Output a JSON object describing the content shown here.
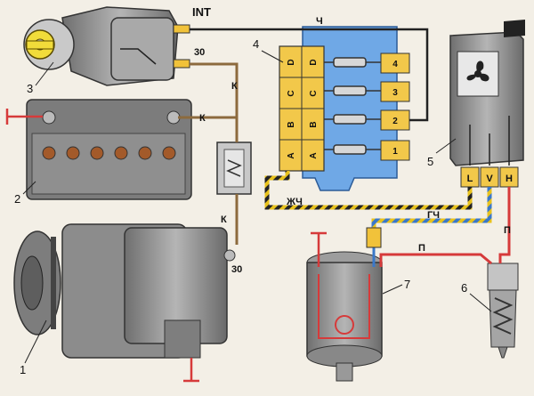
{
  "wires": {
    "int": "INT",
    "w30_switch": "30",
    "ch": "Ч",
    "k_top": "К",
    "k_battery": "К",
    "k_bottom": "К",
    "w30_gen": "30",
    "zhch": "ЖЧ",
    "gch": "ГЧ",
    "p_left": "П",
    "p_right": "П"
  },
  "labels": {
    "n1": "1",
    "n2": "2",
    "n3": "3",
    "n4": "4",
    "n5": "5",
    "n6": "6",
    "n7": "7"
  },
  "fuse_block": {
    "slots": [
      "A",
      "A",
      "B",
      "B",
      "C",
      "C",
      "D",
      "D"
    ],
    "outputs": [
      "4",
      "3",
      "2",
      "1"
    ]
  },
  "relay": {
    "terminals": [
      "L",
      "V",
      "H"
    ]
  },
  "colors": {
    "wire_red": "#d63a3a",
    "wire_blue": "#3a78c9",
    "wire_yellow": "#e8c21c",
    "wire_black": "#222222",
    "wire_brown": "#8c6a3d",
    "component_gray": "#8d8d8d",
    "block_yellow": "#f2c84a",
    "blue_panel": "#6fa8e6"
  }
}
